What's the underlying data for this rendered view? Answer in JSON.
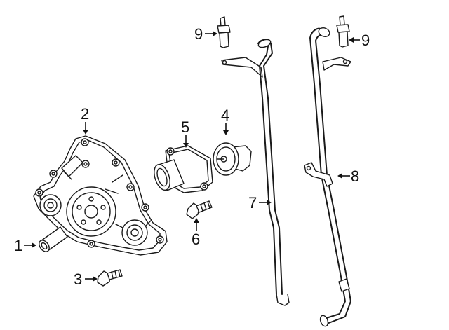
{
  "diagram": {
    "callouts": [
      {
        "id": "c1",
        "text": "1"
      },
      {
        "id": "c2",
        "text": "2"
      },
      {
        "id": "c3",
        "text": "3"
      },
      {
        "id": "c4",
        "text": "4"
      },
      {
        "id": "c5",
        "text": "5"
      },
      {
        "id": "c6",
        "text": "6"
      },
      {
        "id": "c7",
        "text": "7"
      },
      {
        "id": "c8",
        "text": "8"
      },
      {
        "id": "c9a",
        "text": "9"
      },
      {
        "id": "c9b",
        "text": "9"
      }
    ]
  }
}
